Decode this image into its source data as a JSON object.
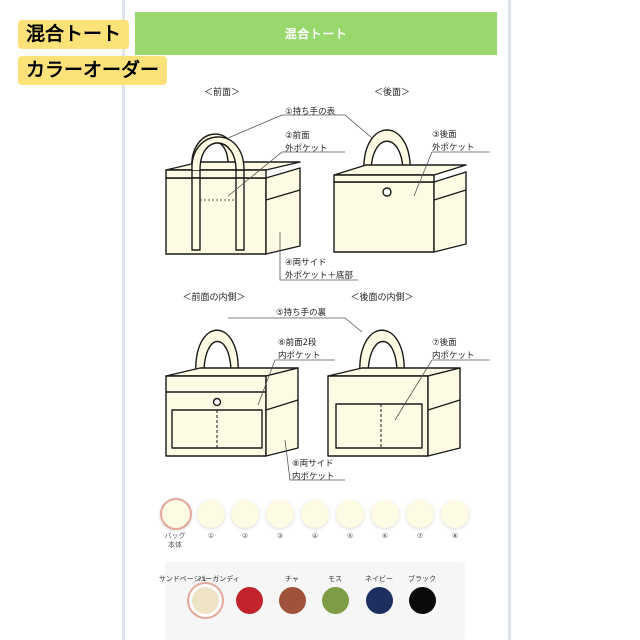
{
  "page": {
    "title": "混合トート"
  },
  "tags": [
    "混合トート",
    "カラーオーダー"
  ],
  "diagram": {
    "views": {
      "front": "＜前面＞",
      "back": "＜後面＞",
      "front_inner": "＜前面の内側＞",
      "back_inner": "＜後面の内側＞"
    },
    "callouts": {
      "c1": "①持ち手の表",
      "c2a": "②前面",
      "c2b": "外ポケット",
      "c3a": "③後面",
      "c3b": "外ポケット",
      "c4a": "④両サイド",
      "c4b": "外ポケット＋底部",
      "c5": "⑤持ち手の裏",
      "c6a": "⑥前面2段",
      "c6b": "内ポケット",
      "c7a": "⑦後面",
      "c7b": "内ポケット",
      "c8a": "⑧両サイド",
      "c8b": "内ポケット"
    }
  },
  "parts": [
    {
      "label": "バッグ\n本体",
      "selected": true
    },
    {
      "label": "①"
    },
    {
      "label": "②"
    },
    {
      "label": "③"
    },
    {
      "label": "④"
    },
    {
      "label": "⑤"
    },
    {
      "label": "⑥"
    },
    {
      "label": "⑦"
    },
    {
      "label": "⑧"
    }
  ],
  "colors": [
    {
      "name": "サンドベージュ",
      "hex": "#efe3c6",
      "selected": true
    },
    {
      "name": "バーガンディ",
      "hex": "#c1242b"
    },
    {
      "name": "チャ",
      "hex": "#a0533a"
    },
    {
      "name": "モス",
      "hex": "#7d9c45"
    },
    {
      "name": "ネイビー",
      "hex": "#1c2f5f"
    },
    {
      "name": "ブラック",
      "hex": "#0a0a0a"
    }
  ],
  "styles": {
    "accent": "#98d86d",
    "tag_bg": "#fde27a",
    "bag_fill": "#fdfbe3",
    "line": "#1a1a1a"
  }
}
